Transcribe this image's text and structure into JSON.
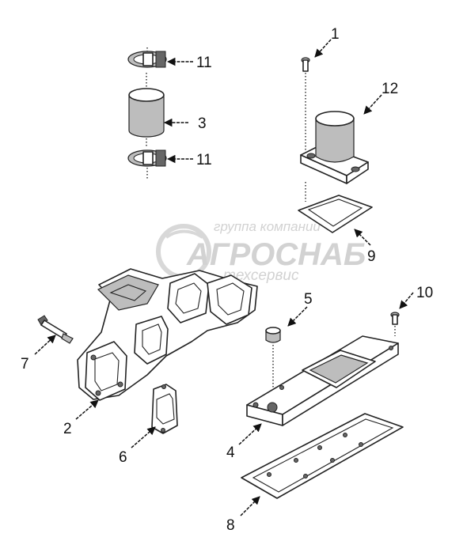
{
  "watermark": {
    "line1": "группа компаний",
    "line2": "АГРОСНАБ",
    "line3": "техсервис"
  },
  "callouts": [
    "1",
    "2",
    "3",
    "4",
    "5",
    "6",
    "7",
    "8",
    "9",
    "10",
    "11",
    "11",
    "12"
  ]
}
